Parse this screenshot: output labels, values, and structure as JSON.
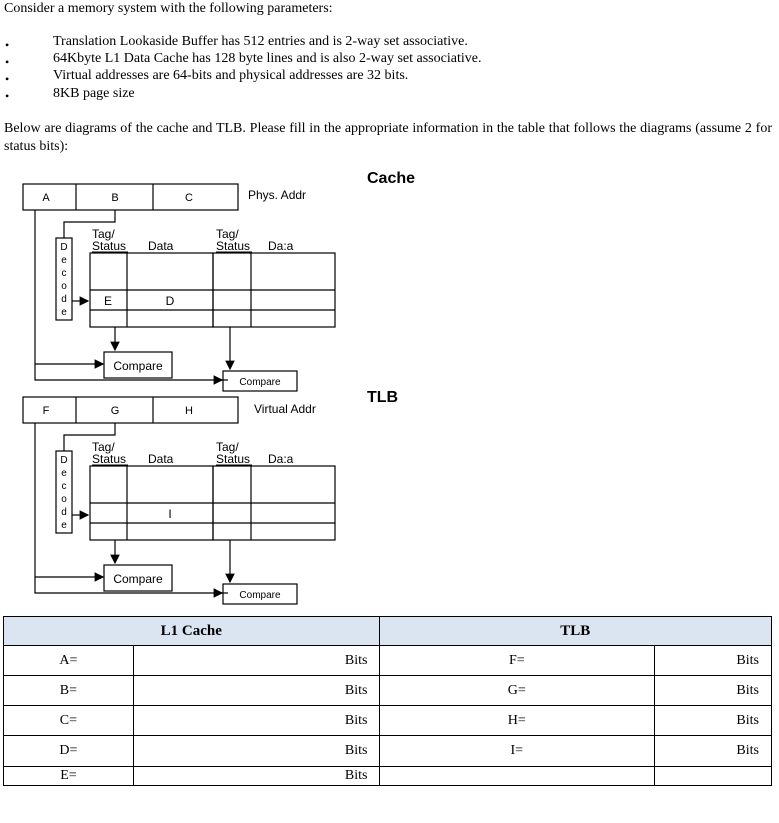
{
  "intro": "Consider a memory system with the following parameters:",
  "bullets": [
    "Translation Lookaside Buffer has 512 entries and is 2-way set associative.",
    "64Kbyte L1 Data Cache has 128 byte lines and is also 2-way set associative.",
    "Virtual addresses are 64-bits and physical addresses are 32 bits.",
    "8KB page size"
  ],
  "bullet_char": "•",
  "instructions": "Below are diagrams of the cache and TLB. Please fill in the appropriate information in the table that follows the diagrams (assume 2 for status bits):",
  "diagram": {
    "cache_title": "Cache",
    "tlb_title": "TLB",
    "cache_fields": [
      "A",
      "B",
      "C"
    ],
    "cache_addr_label": "Phys. Addr",
    "tlb_fields": [
      "F",
      "G",
      "H"
    ],
    "tlb_addr_label": "Virtual Addr",
    "decode_letters": [
      "D",
      "e",
      "c",
      "o",
      "d",
      "e"
    ],
    "tag_status_line1": "Tag/",
    "tag_status_line2": "Status",
    "data_label": "Data",
    "data_label_right": "Da:a",
    "cache_cell_e": "E",
    "cache_cell_d": "D",
    "tlb_cell_i": "I",
    "compare_label": "Compare"
  },
  "table": {
    "headers": [
      "L1 Cache",
      "TLB"
    ],
    "unit": "Bits",
    "rows": [
      {
        "left": "A=",
        "right": "F="
      },
      {
        "left": "B=",
        "right": "G="
      },
      {
        "left": "C=",
        "right": "H="
      },
      {
        "left": "D=",
        "right": "I="
      },
      {
        "left": "E=",
        "right": ""
      }
    ]
  }
}
